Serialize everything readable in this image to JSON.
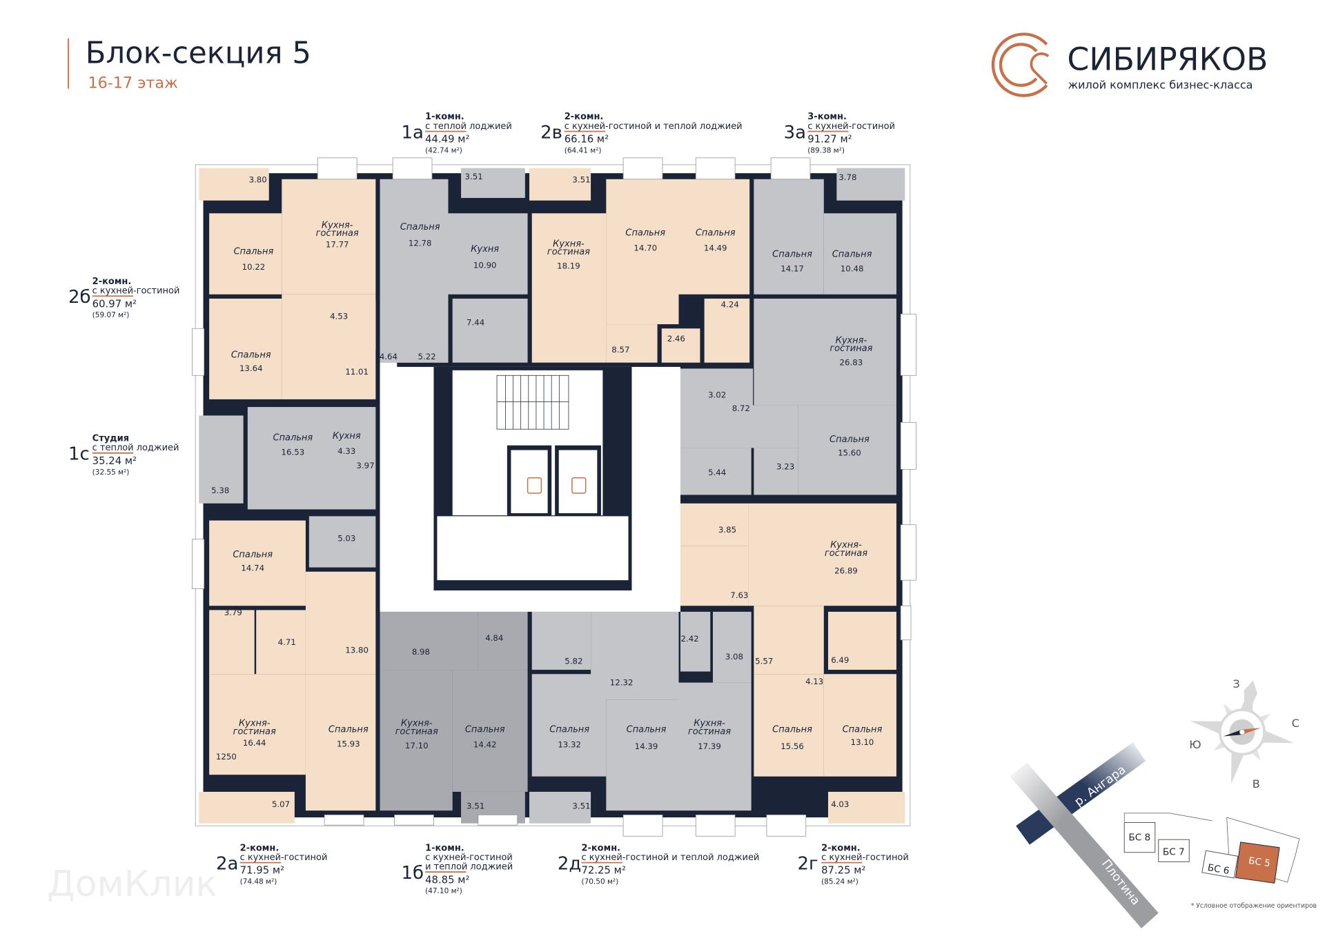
{
  "header": {
    "title": "Блок-секция 5",
    "floor": "16-17 этаж",
    "brand": "СИБИРЯКОВ",
    "brand_subtitle": "жилой комплекс бизнес-класса"
  },
  "colors": {
    "accent": "#c8704a",
    "wall": "#1b2336",
    "beige": "#f6dfc8",
    "gray": "#c4c5c9",
    "dark_gray": "#a9aaaf"
  },
  "apartments": [
    {
      "code": "1а",
      "type": "1-комн.",
      "desc": [
        "с теплой лоджией"
      ],
      "area": "44.49 м²",
      "area_alt": "(42.74 м²)"
    },
    {
      "code": "2в",
      "type": "2-комн.",
      "desc": [
        "с кухней-гостиной и теплой лоджией"
      ],
      "area": "66.16 м²",
      "area_alt": "(64.41 м²)"
    },
    {
      "code": "3а",
      "type": "3-комн.",
      "desc": [
        "с кухней-гостиной"
      ],
      "area": "91.27 м²",
      "area_alt": "(89.38 м²)"
    },
    {
      "code": "2б",
      "type": "2-комн.",
      "desc": [
        "с кухней-гостиной"
      ],
      "area": "60.97 м²",
      "area_alt": "(59.07 м²)"
    },
    {
      "code": "1с",
      "type": "Студия",
      "desc": [
        "с теплой лоджией"
      ],
      "area": "35.24 м²",
      "area_alt": "(32.55 м²)"
    },
    {
      "code": "2а",
      "type": "2-комн.",
      "desc": [
        "с кухней-гостиной"
      ],
      "area": "71.95 м²",
      "area_alt": "(74.48 м²)"
    },
    {
      "code": "1б",
      "type": "1-комн.",
      "desc": [
        "с кухней-гостиной",
        "и теплой лоджией"
      ],
      "area": "48.85 м²",
      "area_alt": "(47.10 м²)"
    },
    {
      "code": "2д",
      "type": "2-комн.",
      "desc": [
        "с кухней-гостиной и теплой лоджией"
      ],
      "area": "72.25 м²",
      "area_alt": "(70.50 м²)"
    },
    {
      "code": "2г",
      "type": "2-комн.",
      "desc": [
        "с кухней-гостиной"
      ],
      "area": "87.25 м²",
      "area_alt": "(85.24 м²)"
    }
  ],
  "rooms": [
    {
      "area": "3.80",
      "tone": "beige"
    },
    {
      "name": "Спальня",
      "area": "10.22",
      "tone": "beige"
    },
    {
      "name": "Кухня-\nгостиная",
      "area": "17.77",
      "tone": "beige"
    },
    {
      "name": "Спальня",
      "area": "13.64",
      "tone": "beige"
    },
    {
      "area": "11.01",
      "tone": "beige"
    },
    {
      "area": "4.53",
      "tone": "beige"
    },
    {
      "name": "Спальня",
      "area": "12.78",
      "tone": "gray"
    },
    {
      "name": "Кухня",
      "area": "10.90",
      "tone": "gray"
    },
    {
      "area": "3.51",
      "tone": "gray"
    },
    {
      "area": "7.44",
      "tone": "gray"
    },
    {
      "area": "4.64",
      "tone": "gray"
    },
    {
      "area": "5.22",
      "tone": "gray"
    },
    {
      "area": "3.51",
      "tone": "beige"
    },
    {
      "name": "Кухня-\nгостиная",
      "area": "18.19",
      "tone": "beige"
    },
    {
      "name": "Спальня",
      "area": "14.70",
      "tone": "beige"
    },
    {
      "name": "Спальня",
      "area": "14.49",
      "tone": "beige"
    },
    {
      "area": "8.57",
      "tone": "beige"
    },
    {
      "area": "2.46",
      "tone": "beige"
    },
    {
      "area": "4.24",
      "tone": "beige"
    },
    {
      "name": "Спальня",
      "area": "14.17",
      "tone": "gray"
    },
    {
      "name": "Спальня",
      "area": "10.48",
      "tone": "gray"
    },
    {
      "area": "3.78",
      "tone": "gray"
    },
    {
      "name": "Кухня-\nгостиная",
      "area": "26.83",
      "tone": "gray"
    },
    {
      "area": "3.02",
      "tone": "gray"
    },
    {
      "area": "8.72",
      "tone": "gray"
    },
    {
      "name": "Спальня",
      "area": "15.60",
      "tone": "gray"
    },
    {
      "area": "5.44",
      "tone": "gray"
    },
    {
      "area": "3.23",
      "tone": "gray"
    },
    {
      "area": "5.38",
      "tone": "gray"
    },
    {
      "name": "Спальня",
      "area": "16.53",
      "tone": "gray"
    },
    {
      "name": "Кухня",
      "area": "4.33",
      "tone": "gray"
    },
    {
      "area": "3.97",
      "tone": "gray"
    },
    {
      "area": "5.03",
      "tone": "gray"
    },
    {
      "name": "Спальня",
      "area": "14.74",
      "tone": "beige"
    },
    {
      "area": "3.79",
      "tone": "beige"
    },
    {
      "area": "4.71",
      "tone": "beige"
    },
    {
      "area": "13.80",
      "tone": "beige"
    },
    {
      "name": "Кухня-\nгостиная",
      "area": "16.44",
      "tone": "beige"
    },
    {
      "name": "Спальня",
      "area": "15.93",
      "tone": "beige"
    },
    {
      "area": "5.07",
      "tone": "beige"
    },
    {
      "area": "1250",
      "tone": "beige"
    },
    {
      "area": "8.98",
      "tone": "dark_gray"
    },
    {
      "area": "4.84",
      "tone": "dark_gray"
    },
    {
      "name": "Кухня-\nгостиная",
      "area": "17.10",
      "tone": "dark_gray"
    },
    {
      "name": "Спальня",
      "area": "14.42",
      "tone": "dark_gray"
    },
    {
      "area": "3.51",
      "tone": "dark_gray"
    },
    {
      "area": "5.82",
      "tone": "gray"
    },
    {
      "area": "12.32",
      "tone": "gray"
    },
    {
      "area": "2.42",
      "tone": "gray"
    },
    {
      "area": "3.08",
      "tone": "gray"
    },
    {
      "name": "Спальня",
      "area": "13.32",
      "tone": "gray"
    },
    {
      "name": "Спальня",
      "area": "14.39",
      "tone": "gray"
    },
    {
      "name": "Кухня-\nгостиная",
      "area": "17.39",
      "tone": "gray"
    },
    {
      "area": "3.51",
      "tone": "gray"
    },
    {
      "area": "3.85",
      "tone": "beige"
    },
    {
      "name": "Кухня-\nгостиная",
      "area": "26.89",
      "tone": "beige"
    },
    {
      "area": "7.63",
      "tone": "beige"
    },
    {
      "area": "5.57",
      "tone": "beige"
    },
    {
      "area": "6.49",
      "tone": "beige"
    },
    {
      "area": "4.13",
      "tone": "beige"
    },
    {
      "name": "Спальня",
      "area": "15.56",
      "tone": "beige"
    },
    {
      "name": "Спальня",
      "area": "13.10",
      "tone": "beige"
    },
    {
      "area": "4.03",
      "tone": "beige"
    }
  ],
  "compass": {
    "north": "С",
    "south": "Ю",
    "east": "В",
    "west": "З"
  },
  "site_map": {
    "river": "р. Ангара",
    "dam": "Плотина",
    "blocks": [
      "БС 8",
      "БС 7",
      "БС 6",
      "БС 5"
    ],
    "current_block": "БС 5",
    "footnote": "* Условное отображение ориентиров"
  },
  "watermark": "ДомКлик"
}
